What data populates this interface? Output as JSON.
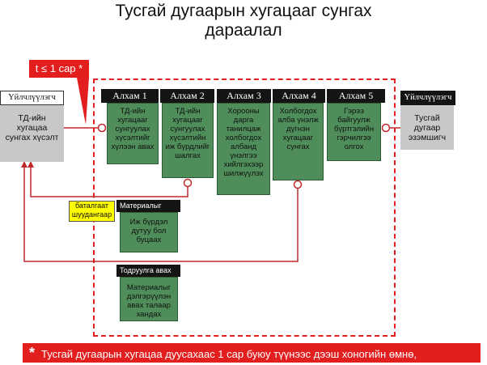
{
  "title": {
    "line1": "Тусгай дугаарын хугацааг сунгах",
    "line2": "дараалал"
  },
  "time_label": "t ≤ 1 сар *",
  "client_left": {
    "header": "Үйлчлүүлэгч",
    "text": "ТД-ийн хугацаа сунгах хүсэлт"
  },
  "client_right": {
    "header": "Үйлчлүүлэгч",
    "text": "Тусгай дугаар эзэмшигч"
  },
  "steps": [
    {
      "header": "Алхам 1",
      "text": "ТД-ийн хугацааг сунгуулах хүсэлтийг хүлээн авах"
    },
    {
      "header": "Алхам 2",
      "text": "ТД-ийн хугацааг сунгуулах хүсэлтийн иж бүрдлийг шалгах"
    },
    {
      "header": "Алхам 3",
      "text": "Хорооны дарга танилцаж холбогдох албанд үнэлгээ хийлгэхээр шилжүүлэх"
    },
    {
      "header": "Алхам 4",
      "text": "Холбогдох алба үнэлж дүгнэн хугацааг сунгах"
    },
    {
      "header": "Алхам 5",
      "text": "Гэрээ байгуулж бүртгэлийн гэрчилгээ олгох"
    }
  ],
  "yellow_note": "баталгаат шуудангаар",
  "return_box": {
    "header": "Материалыг буцаах",
    "text": "Иж бүрдэл дутуу бол буцаах"
  },
  "clarify_box": {
    "header": "Тодруулга авах",
    "text": "Материалыг дэлгэрүүлэн авах талаар хандах"
  },
  "footer": {
    "star": "*",
    "text": "Тусгай дугаарын хугацаа дуусахаас 1 сар буюу түүнээс дээш хоногийн өмнө,"
  },
  "colors": {
    "accent_red": "#e21e1e",
    "step_green": "#4f8e5a",
    "header_black": "#141414",
    "client_gray": "#c8c8c8",
    "note_yellow": "#ffff00"
  }
}
